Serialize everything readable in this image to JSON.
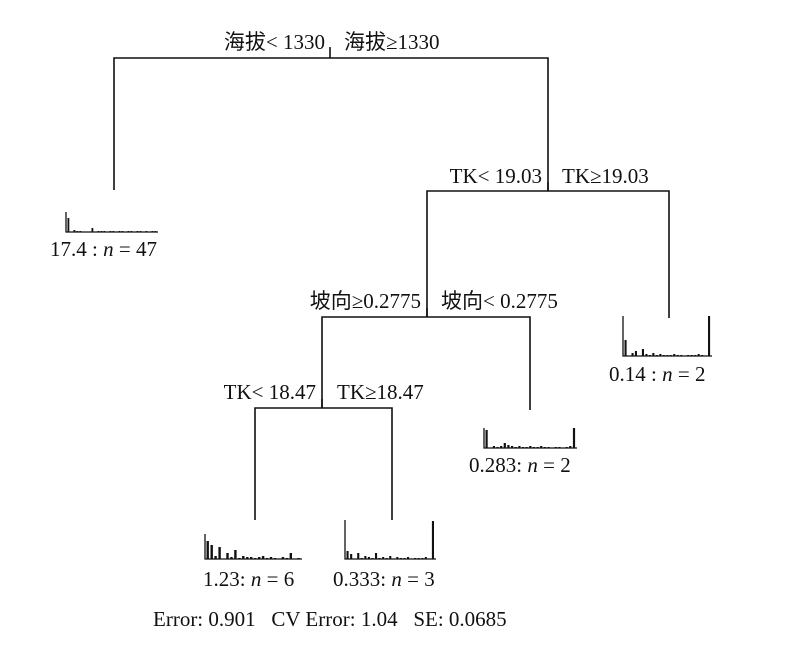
{
  "splits": {
    "root": {
      "left": "海拔< 1330",
      "right": "海拔≥1330"
    },
    "tk1": {
      "left": "TK< 19.03",
      "right": "TK≥19.03"
    },
    "aspect": {
      "left": "坡向≥0.2775",
      "right": "坡向< 0.2775"
    },
    "tk2": {
      "left": "TK< 18.47",
      "right": "TK≥18.47"
    }
  },
  "leaves": {
    "l1": {
      "value": "17.4",
      "sep": " : ",
      "n_label": "n",
      "eq": " = ",
      "n": "47"
    },
    "l2": {
      "value": "1.23",
      "sep": ": ",
      "n_label": "n",
      "eq": " = ",
      "n": "6"
    },
    "l3": {
      "value": "0.333",
      "sep": ": ",
      "n_label": "n",
      "eq": " = ",
      "n": "3"
    },
    "l4": {
      "value": "0.283",
      "sep": ": ",
      "n_label": "n",
      "eq": " = ",
      "n": "2"
    },
    "l5": {
      "value": "0.14",
      "sep": " : ",
      "n_label": "n",
      "eq": " = ",
      "n": "2"
    }
  },
  "footer": "Error: 0.901   CV Error: 1.04   SE: 0.0685"
}
